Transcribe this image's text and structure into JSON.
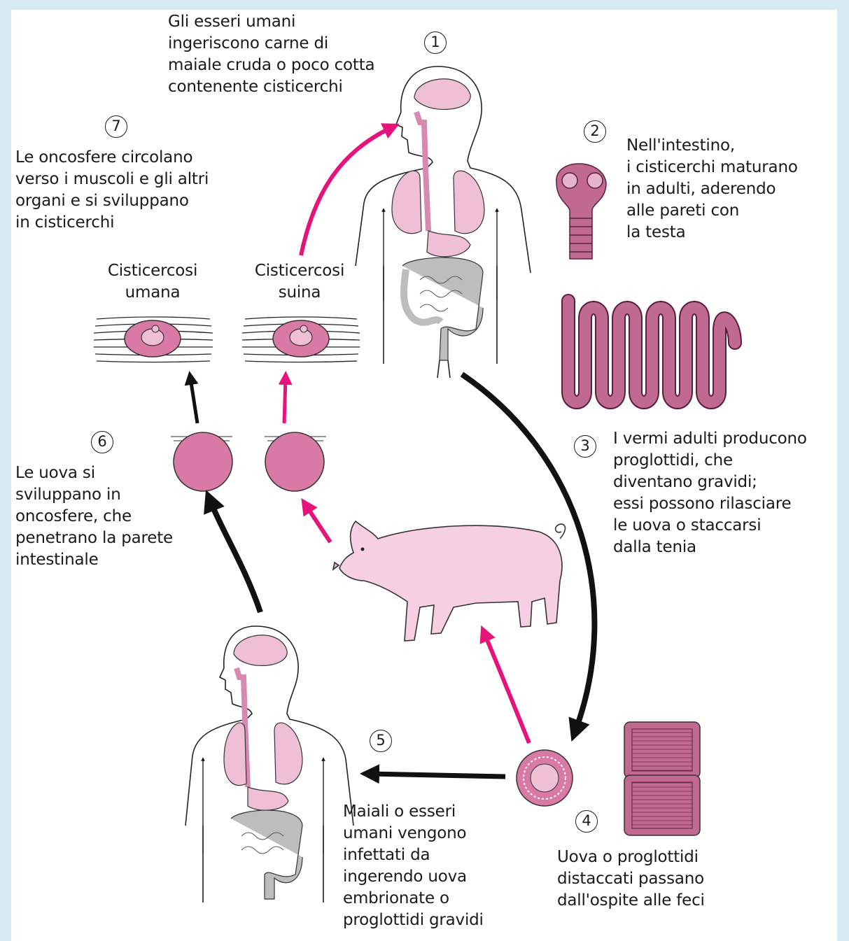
{
  "colors": {
    "background": "#d6ebf4",
    "panel": "#ffffff",
    "organ_pink": "#efbfd6",
    "tissue_pink": "#d97aa6",
    "worm_pink": "#c06a91",
    "magenta_arrow": "#e5137a",
    "black_arrow": "#111111",
    "intestine_gray": "#bdbdbd"
  },
  "steps": [
    {
      "number": "1",
      "text": "Gli esseri umani\ningeriscono carne di\nmaiale cruda o poco cotta\ncontenente cisticerchi"
    },
    {
      "number": "2",
      "text": "Nell'intestino,\ni cisticerchi maturano\nin adulti, aderendo\nalle pareti con\nla testa"
    },
    {
      "number": "3",
      "text": "I vermi adulti producono\nproglottidi, che\ndiventano gravidi;\nessi possono rilasciare\nle uova o staccarsi\ndalla tenia"
    },
    {
      "number": "4",
      "text": "Uova o proglottidi\ndistaccati passano\ndall'ospite alle feci"
    },
    {
      "number": "5",
      "text": "Maiali o esseri\numani vengono\ninfettati da\ningerendo uova\nembrionate o\nproglottidi gravidi"
    },
    {
      "number": "6",
      "text": "Le uova si\nsviluppano in\noncosfere, che\npenetrano la parete\nintestinale"
    },
    {
      "number": "7",
      "text": "Le oncosfere circolano\nverso i muscoli e gli altri\norgani e si sviluppano\nin cisticerchi"
    }
  ],
  "labels": {
    "human_cysticercosis": "Cisticercosi\numana",
    "pig_cysticercosis": "Cisticercosi\nsuina"
  }
}
